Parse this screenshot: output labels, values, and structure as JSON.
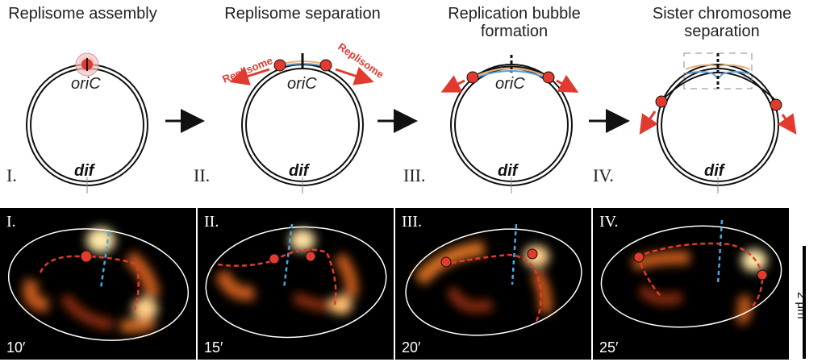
{
  "titles": {
    "s1": "Replisome assembly",
    "s2": "Replisome separation",
    "s3a": "Replication bubble",
    "s3b": "formation",
    "s4a": "Sister chromosome",
    "s4b": "separation"
  },
  "stage_numerals": [
    "I.",
    "II.",
    "III.",
    "IV."
  ],
  "labels": {
    "oric": "oriC",
    "dif": "dif",
    "replisome": "Replisome"
  },
  "panels": [
    {
      "numeral": "I.",
      "time": "10′"
    },
    {
      "numeral": "II.",
      "time": "15′"
    },
    {
      "numeral": "III.",
      "time": "20′"
    },
    {
      "numeral": "IV.",
      "time": "25′"
    }
  ],
  "scale_bar": {
    "label": "2 μm"
  },
  "colors": {
    "replisome": "#e23a2e",
    "blue_axis": "#4aa8e0",
    "dna": "#111111"
  }
}
